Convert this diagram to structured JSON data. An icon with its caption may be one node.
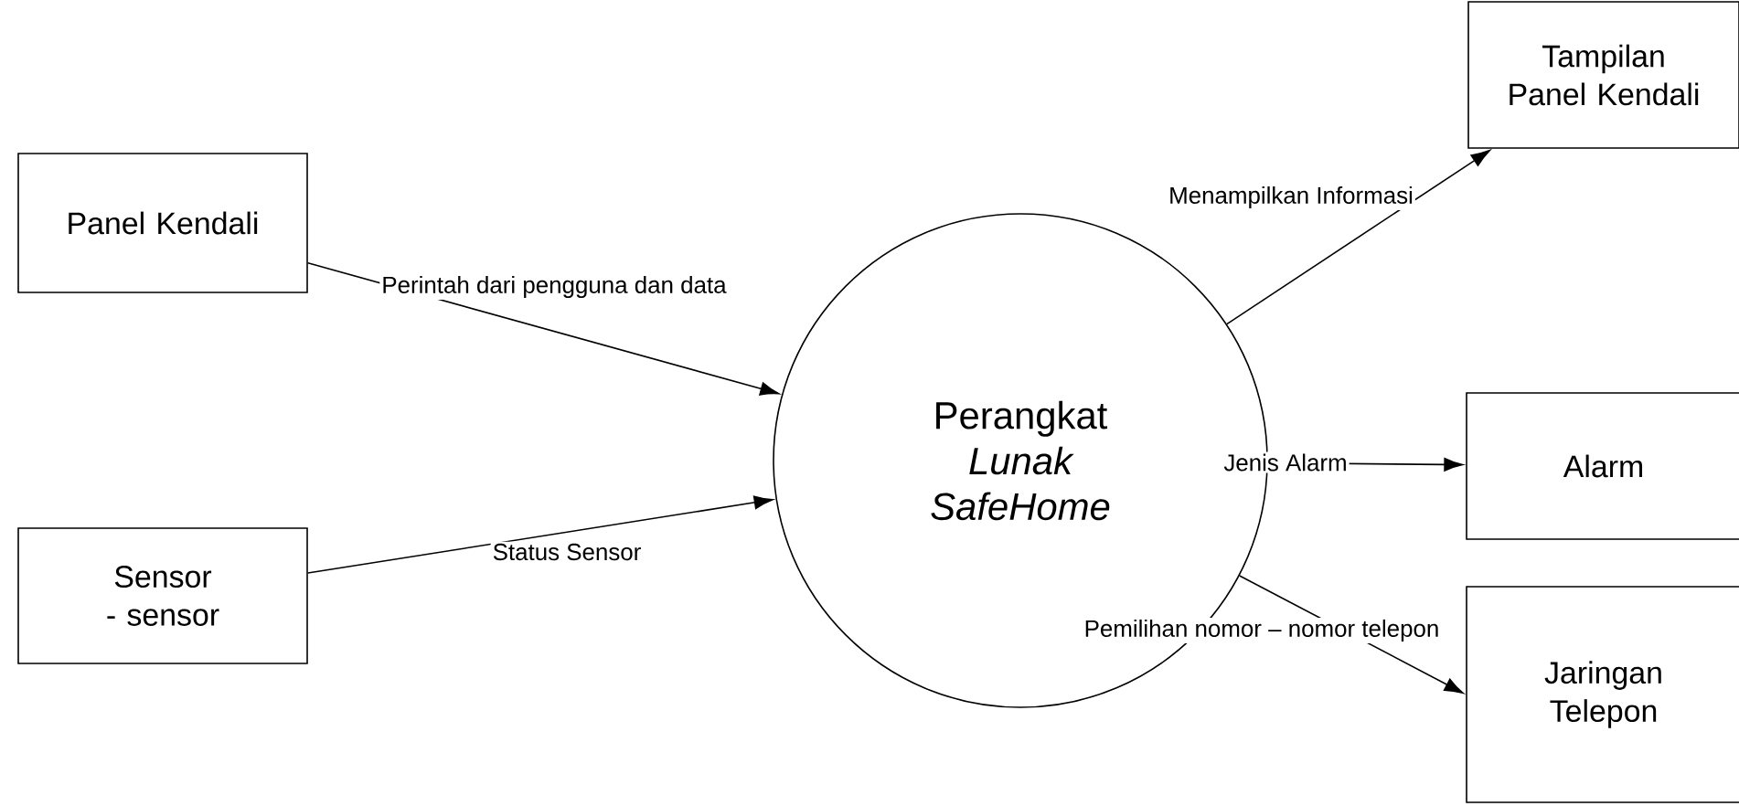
{
  "diagram": {
    "nodes": [
      {
        "text": [
          "Panel Kendali"
        ]
      },
      {
        "text": [
          "Sensor - sensor"
        ]
      },
      {
        "text": [
          "Perangkat *Lunak SafeHome*"
        ]
      },
      {
        "text": [
          "Tampilan Panel Kendali"
        ]
      },
      {
        "text": [
          "Alarm"
        ]
      },
      {
        "text": [
          "Jaringan Telepon"
        ]
      }
    ],
    "edges": [
      {
        "from": 0,
        "to": 2,
        "arrow": "to",
        "label": "Perintah dari pengguna dan data"
      },
      {
        "from": 1,
        "to": 2,
        "arrow": "to",
        "label": "Status Sensor"
      },
      {
        "from": 2,
        "to": 3,
        "arrow": "to",
        "label": "Menampilkan Informasi"
      },
      {
        "from": 2,
        "to": 4,
        "arrow": "to",
        "label": "Jenis Alarm"
      },
      {
        "from": 2,
        "to": 5,
        "arrow": "to",
        "label": "Pemilihan nomor – nomor telepon"
      }
    ]
  }
}
